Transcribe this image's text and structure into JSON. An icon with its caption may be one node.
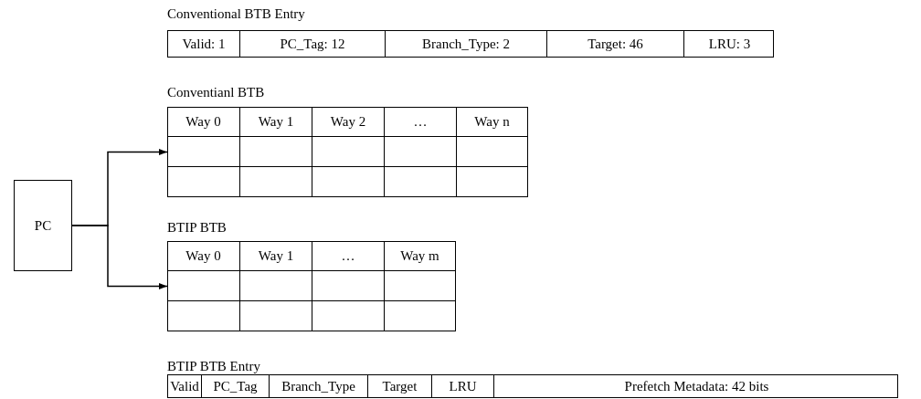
{
  "diagram": {
    "nodes": [
      {
        "text": [
          "Conventional BTB Entry"
        ]
      },
      {
        "text": [
          "Valid: 1"
        ],
        "in": 0
      },
      {
        "text": [
          "PC_Tag: 12"
        ],
        "in": 0
      },
      {
        "text": [
          "Branch_Type: 2"
        ],
        "in": 0
      },
      {
        "text": [
          "Target: 46"
        ],
        "in": 0
      },
      {
        "text": [
          "LRU: 3"
        ],
        "in": 0
      },
      {
        "text": [
          "Conventianl BTB"
        ]
      },
      {
        "text": [
          "PC"
        ]
      },
      {
        "text": [
          "BTIP BTB"
        ]
      },
      {
        "text": [
          "BTIP BTB Entry"
        ]
      },
      {
        "text": [
          "Valid"
        ],
        "in": 9
      },
      {
        "text": [
          "PC_Tag"
        ],
        "in": 9
      },
      {
        "text": [
          "Branch_Type"
        ],
        "in": 9
      },
      {
        "text": [
          "Target"
        ],
        "in": 9
      },
      {
        "text": [
          "LRU"
        ],
        "in": 9
      },
      {
        "text": [
          "Prefetch Metadata: 42 bits"
        ],
        "in": 9
      }
    ],
    "edges": [
      {
        "from": 7,
        "to": 6,
        "arrow": "to"
      },
      {
        "from": 7,
        "to": 8,
        "arrow": "to"
      }
    ],
    "labels": [
      "Way 0",
      "Way 1",
      "Way 2",
      "…",
      "Way n",
      "Way 0",
      "Way 1",
      "…",
      "Way m"
    ]
  }
}
